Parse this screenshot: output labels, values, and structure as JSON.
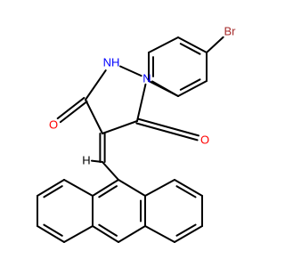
{
  "molecule": {
    "atoms": {
      "br": {
        "text": "Br",
        "color": "#a52a2a"
      },
      "nh": {
        "text": "NH",
        "color": "#0000ff"
      },
      "n": {
        "text": "N",
        "color": "#0000ff"
      },
      "o_left": {
        "text": "O",
        "color": "#ff0000"
      },
      "o_right": {
        "text": "O",
        "color": "#ff0000"
      },
      "h_vinyl": {
        "text": "H",
        "color": "#000000"
      }
    },
    "bond_color": "#000000"
  }
}
